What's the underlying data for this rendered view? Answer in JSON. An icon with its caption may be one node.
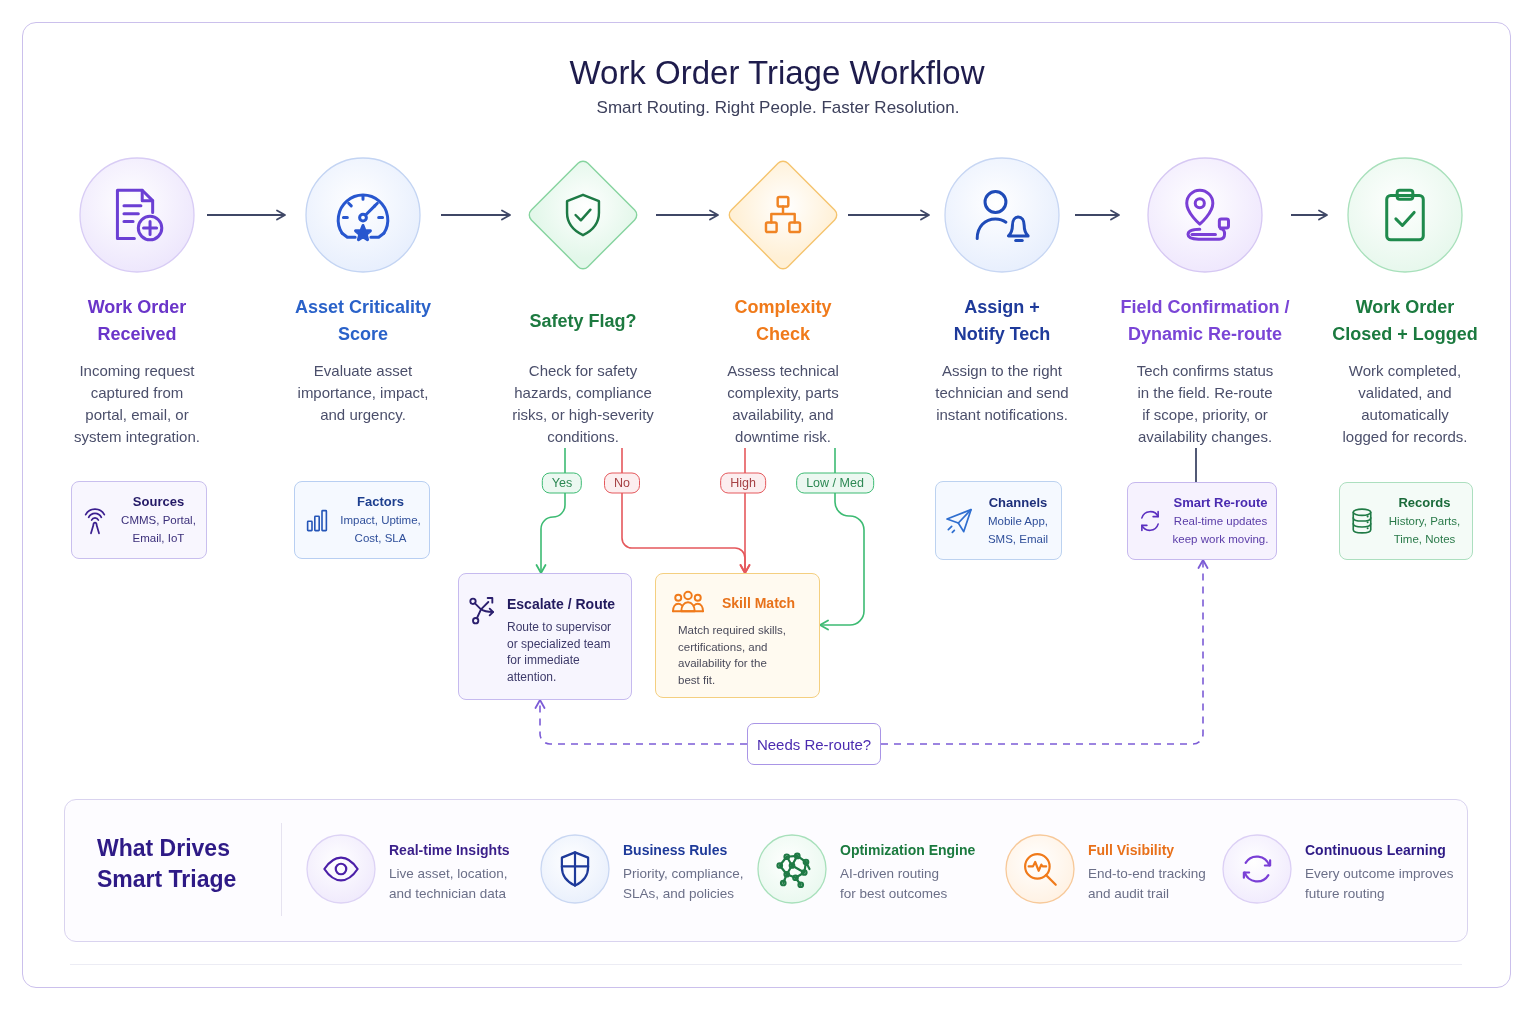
{
  "diagram": {
    "title": "Work Order Triage Workflow",
    "nodes": [
      {
        "text": [
          "Work Order Received",
          "Incoming request captured from portal, email, or system integration."
        ]
      },
      {
        "text": [
          "Asset Criticality Score",
          "Evaluate asset importance, impact, and urgency."
        ]
      },
      {
        "text": [
          "Safety Flag?",
          "Check for safety hazards, compliance risks, or high-severity conditions."
        ]
      },
      {
        "text": [
          "Complexity Check",
          "Assess technical complexity, parts availability, and downtime risk."
        ]
      },
      {
        "text": [
          "Assign + Notify Tech",
          "Assign to the right technician and send instant notifications."
        ]
      },
      {
        "text": [
          "Field Confirmation / Dynamic Re-route",
          "Tech confirms status in the field. Re-route if scope, priority, or availability changes."
        ]
      },
      {
        "text": [
          "Work Order Closed + Logged",
          "Work completed, validated, and automatically logged for records."
        ]
      },
      {
        "text": [
          "Sources",
          "CMMS, Portal, Email, IoT"
        ]
      },
      {
        "text": [
          "Factors",
          "Impact, Uptime, Cost, SLA"
        ]
      },
      {
        "text": [
          "Channels",
          "Mobile App, SMS, Email"
        ]
      },
      {
        "text": [
          "Smart Re-route",
          "Real-time updates keep work moving."
        ]
      },
      {
        "text": [
          "Records",
          "History, Parts, Time, Notes"
        ]
      },
      {
        "text": [
          "Escalate / Route",
          "Route to supervisor or specialized team for immediate attention."
        ]
      },
      {
        "text": [
          "Skill Match",
          "Match required skills, certifications, and availability for the best fit."
        ]
      },
      {
        "text": [
          "Needs Re-route?"
        ]
      },
      {
        "text": [
          "What Drives Smart Triage"
        ]
      },
      {
        "text": [
          "Real-time Insights",
          "Live asset, location, and technician data"
        ],
        "in": 15
      },
      {
        "text": [
          "Business Rules",
          "Priority, compliance, SLAs, and policies"
        ],
        "in": 15
      },
      {
        "text": [
          "Optimization Engine",
          "AI-driven routing for best outcomes"
        ],
        "in": 15
      },
      {
        "text": [
          "Full Visibility",
          "End-to-end tracking and audit trail"
        ],
        "in": 15
      },
      {
        "text": [
          "Continuous Learning",
          "Every outcome improves future routing"
        ],
        "in": 15
      }
    ],
    "edges": [
      {
        "from": 0,
        "to": 1,
        "arrow": "to"
      },
      {
        "from": 1,
        "to": 2,
        "arrow": "to"
      },
      {
        "from": 2,
        "to": 3,
        "arrow": "to"
      },
      {
        "from": 3,
        "to": 4,
        "arrow": "to"
      },
      {
        "from": 4,
        "to": 5,
        "arrow": "to"
      },
      {
        "from": 5,
        "to": 6,
        "arrow": "to"
      },
      {
        "from": 2,
        "to": 12,
        "arrow": "to",
        "label": "Yes",
        "color": "#3dbb73"
      },
      {
        "from": 2,
        "to": 13,
        "arrow": "to",
        "label": "No",
        "color": "#e5585c"
      },
      {
        "from": 3,
        "to": 13,
        "arrow": "to",
        "label": "High",
        "color": "#e5585c"
      },
      {
        "from": 3,
        "to": 13,
        "arrow": "to",
        "label": "Low / Med",
        "color": "#3dbb73"
      },
      {
        "from": 5,
        "to": 10,
        "arrow": "none"
      },
      {
        "from": 14,
        "to": 12,
        "arrow": "to",
        "style": "dashed",
        "color": "#7c5cd6"
      },
      {
        "from": 14,
        "to": 10,
        "arrow": "to",
        "style": "dashed",
        "color": "#7c5cd6"
      }
    ],
    "labels": [
      "Smart Routing. Right People. Faster Resolution."
    ]
  }
}
